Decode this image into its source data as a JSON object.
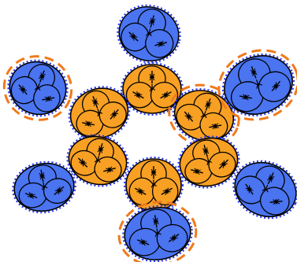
{
  "colors": {
    "blue": "#4a74f0",
    "orange": "#f7a024",
    "magenta": "#e040e6",
    "dash_orange": "#f07a1c",
    "outline": "#000000",
    "background": "#ffffff"
  },
  "clusters": [
    {
      "id": "blue-top",
      "color": "blue",
      "dashed_ring": false
    },
    {
      "id": "orange-upper-center",
      "color": "orange",
      "dashed_ring": false
    },
    {
      "id": "orange-upper-left",
      "color": "orange",
      "dashed_ring": false
    },
    {
      "id": "orange-upper-right",
      "color": "orange",
      "dashed_ring": true
    },
    {
      "id": "orange-lower-left",
      "color": "orange",
      "dashed_ring": false
    },
    {
      "id": "orange-lower-right",
      "color": "orange",
      "dashed_ring": false
    },
    {
      "id": "orange-lower-center",
      "color": "orange",
      "dashed_ring": false
    },
    {
      "id": "blue-left",
      "color": "blue",
      "dashed_ring": true
    },
    {
      "id": "blue-right",
      "color": "blue",
      "dashed_ring": true
    },
    {
      "id": "blue-lower-left",
      "color": "blue",
      "dashed_ring": false
    },
    {
      "id": "blue-lower-right",
      "color": "blue",
      "dashed_ring": false
    },
    {
      "id": "blue-bottom",
      "color": "blue",
      "dashed_ring": true
    }
  ]
}
